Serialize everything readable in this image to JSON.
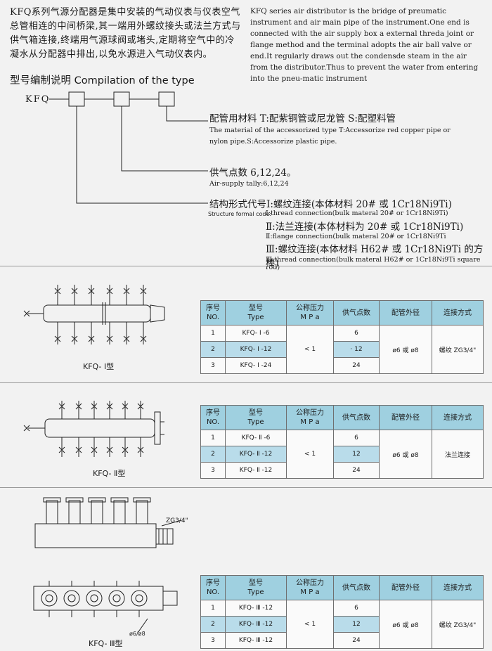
{
  "intro": {
    "cn": "KFQ系列气源分配器是集中安装的气动仪表与仪表空气总管相连的中间桥梁,其一端用外螺纹接头或法兰方式与供气箱连接,终端用气源球阀或堵头,定期将空气中的冷凝水从分配器中排出,以免水源进入气动仪表内。",
    "en": "KFQ series air distributor is the bridge of preumatic instrument and air main pipe of the instrument.One end is connected with the air supply box a external threda joint or flange method and the terminal adopts the air ball valve or end.It regularly draws out the condensde steam in the air from the distributor.Thus to prevent the water from entering into the pneu-matic instrument"
  },
  "type_section": {
    "title_cn": "型号编制说明",
    "title_en": "Compilation of the type",
    "model_prefix": "KFQ",
    "material_cn": "配管用材料 T:配紫铜管或尼龙管 S:配塑料管",
    "material_en_1": "The material of the accessorized type T:Accessorize red copper pipe or",
    "material_en_2": "nylon pipe.S:Accessorize plastic pipe.",
    "tally_cn": "供气点数 6,12,24。",
    "tally_en": "Air-supply tally:6,12,24",
    "structure_cn": "结构形式代号Ⅰ:螺纹连接(本体材料 20# 或 1Cr18Ni9Ti)",
    "structure_en_label": "Structure formal code:",
    "structure_en_1": "Ⅰ:thread connection(bulk materal 20# or 1Cr18Ni9Ti)",
    "structure_cn_2": "Ⅱ:法兰连接(本体材料为 20# 或 1Cr18Ni9Ti)",
    "structure_en_2": "Ⅱ:flange connection(bulk materal 20# or 1Cr18Ni9Ti",
    "structure_cn_3": "Ⅲ:螺纹连接(本体材料 H62# 或 1Cr18Ni9Ti 的方棒)",
    "structure_en_3": "Ⅲ:thread connection(bulk materal H62# or 1Cr18Ni9Ti square rod)"
  },
  "table_headers": {
    "no_cn": "序号",
    "no_en": "NO.",
    "type_cn": "型号",
    "type_en": "Type",
    "pressure_cn": "公称压力",
    "pressure_en": "M P a",
    "points": "供气点数",
    "pipe_dia": "配管外径",
    "connection": "连接方式"
  },
  "tables": [
    {
      "caption": "KFQ- Ⅰ型",
      "rows": [
        {
          "no": "1",
          "type": "KFQ- Ⅰ -6",
          "points": "6"
        },
        {
          "no": "2",
          "type": "KFQ- Ⅰ -12",
          "points": "· 12"
        },
        {
          "no": "3",
          "type": "KFQ- Ⅰ -24",
          "points": "24"
        }
      ],
      "pressure": "< 1",
      "pipe_dia": "ø6 或 ø8",
      "connection": "螺纹 ZG3/4\""
    },
    {
      "caption": "KFQ- Ⅱ型",
      "rows": [
        {
          "no": "1",
          "type": "KFQ- Ⅱ -6",
          "points": "6"
        },
        {
          "no": "2",
          "type": "KFQ- Ⅱ -12",
          "points": "12"
        },
        {
          "no": "3",
          "type": "KFQ- Ⅱ -12",
          "points": "24"
        }
      ],
      "pressure": "< 1",
      "pipe_dia": "ø6 或 ø8",
      "connection": "法兰连接"
    },
    {
      "caption": "KFQ- Ⅲ型",
      "rows": [
        {
          "no": "1",
          "type": "KFQ- Ⅲ -12",
          "points": "6"
        },
        {
          "no": "2",
          "type": "KFQ- Ⅲ -12",
          "points": "12"
        },
        {
          "no": "3",
          "type": "KFQ- Ⅲ -12",
          "points": "24"
        }
      ],
      "pressure": "< 1",
      "pipe_dia": "ø6 或 ø8",
      "connection": "螺纹 ZG3/4\""
    }
  ],
  "drawing_labels": {
    "thread_callout": "ZG3/4\"",
    "pipe_callout": "ø6/ø8"
  }
}
